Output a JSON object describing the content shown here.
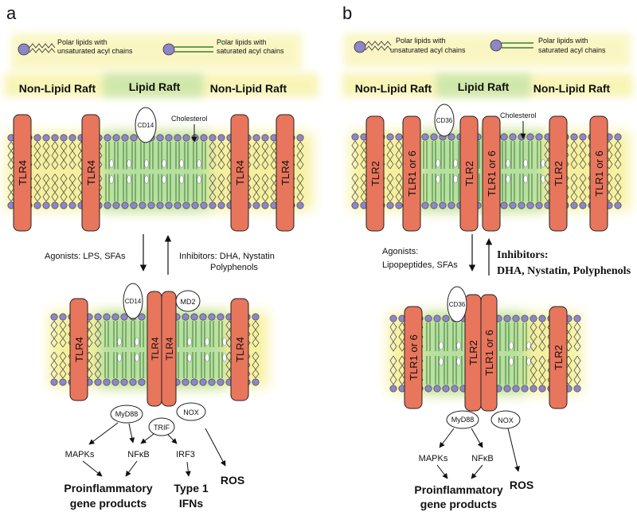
{
  "panel_a": {
    "label": "a",
    "legend": {
      "unsaturated": [
        "Polar lipids with",
        "unsaturated acyl chains"
      ],
      "saturated": [
        "Polar lipids with",
        "saturated acyl chains"
      ]
    },
    "regions": {
      "left": "Non-Lipid Raft",
      "center": "Lipid Raft",
      "right": "Non-Lipid Raft"
    },
    "top_receptors": [
      "TLR4",
      "TLR4",
      "TLR4",
      "TLR4"
    ],
    "coreceptor_top": "CD14",
    "cholesterol": "Cholesterol",
    "agonists": "Agonists: LPS, SFAs",
    "inhibitors": [
      "Inhibitors: DHA, Nystatin",
      "Polyphenols"
    ],
    "bottom_receptors": [
      "TLR4",
      "TLR4",
      "TLR4",
      "TLR4"
    ],
    "coreceptor_bottom": "CD14",
    "md2": "MD2",
    "adaptors": {
      "myd88": "MyD88",
      "trif": "TRIF",
      "nox": "NOX"
    },
    "pathway": {
      "mapks": "MAPKs",
      "nfkb": "NFκB",
      "irf3": "IRF3",
      "proinflammatory": [
        "Proinflammatory",
        "gene products"
      ],
      "type1": [
        "Type 1",
        "IFNs"
      ],
      "ros": "ROS"
    }
  },
  "panel_b": {
    "label": "b",
    "legend": {
      "unsaturated": [
        "Polar lipids with",
        "unsaturated acyl chains"
      ],
      "saturated": [
        "Polar lipids with",
        "saturated acyl chains"
      ]
    },
    "regions": {
      "left": "Non-Lipid Raft",
      "center": "Lipid Raft",
      "right": "Non-Lipid Raft"
    },
    "top_receptors": [
      "TLR2",
      "TLR1 or 6",
      "TLR2",
      "TLR1 or 6",
      "TLR2",
      "TLR1 or 6"
    ],
    "coreceptor_top": "CD36",
    "cholesterol": "Cholesterol",
    "agonists": [
      "Agonists:",
      "Lipopeptides, SFAs"
    ],
    "inhibitors": [
      "Inhibitors:",
      "DHA, Nystatin, Polyphenols"
    ],
    "bottom_receptors": [
      "TLR1 or 6",
      "TLR2",
      "TLR1 or 6",
      "TLR2"
    ],
    "coreceptor_bottom": "CD36",
    "adaptors": {
      "myd88": "MyD88",
      "nox": "NOX"
    },
    "pathway": {
      "mapks": "MAPKs",
      "nfkb": "NFκB",
      "proinflammatory": [
        "Proinflammatory",
        "gene products"
      ],
      "ros": "ROS"
    }
  },
  "colors": {
    "receptor": "#e8765c",
    "receptor_stroke": "#222222",
    "lipid_head": "#8f86c8",
    "membrane_glow": "#f4ec7e",
    "raft_glow": "#a8dba0",
    "saturated_chain": "#3a7d3a"
  }
}
